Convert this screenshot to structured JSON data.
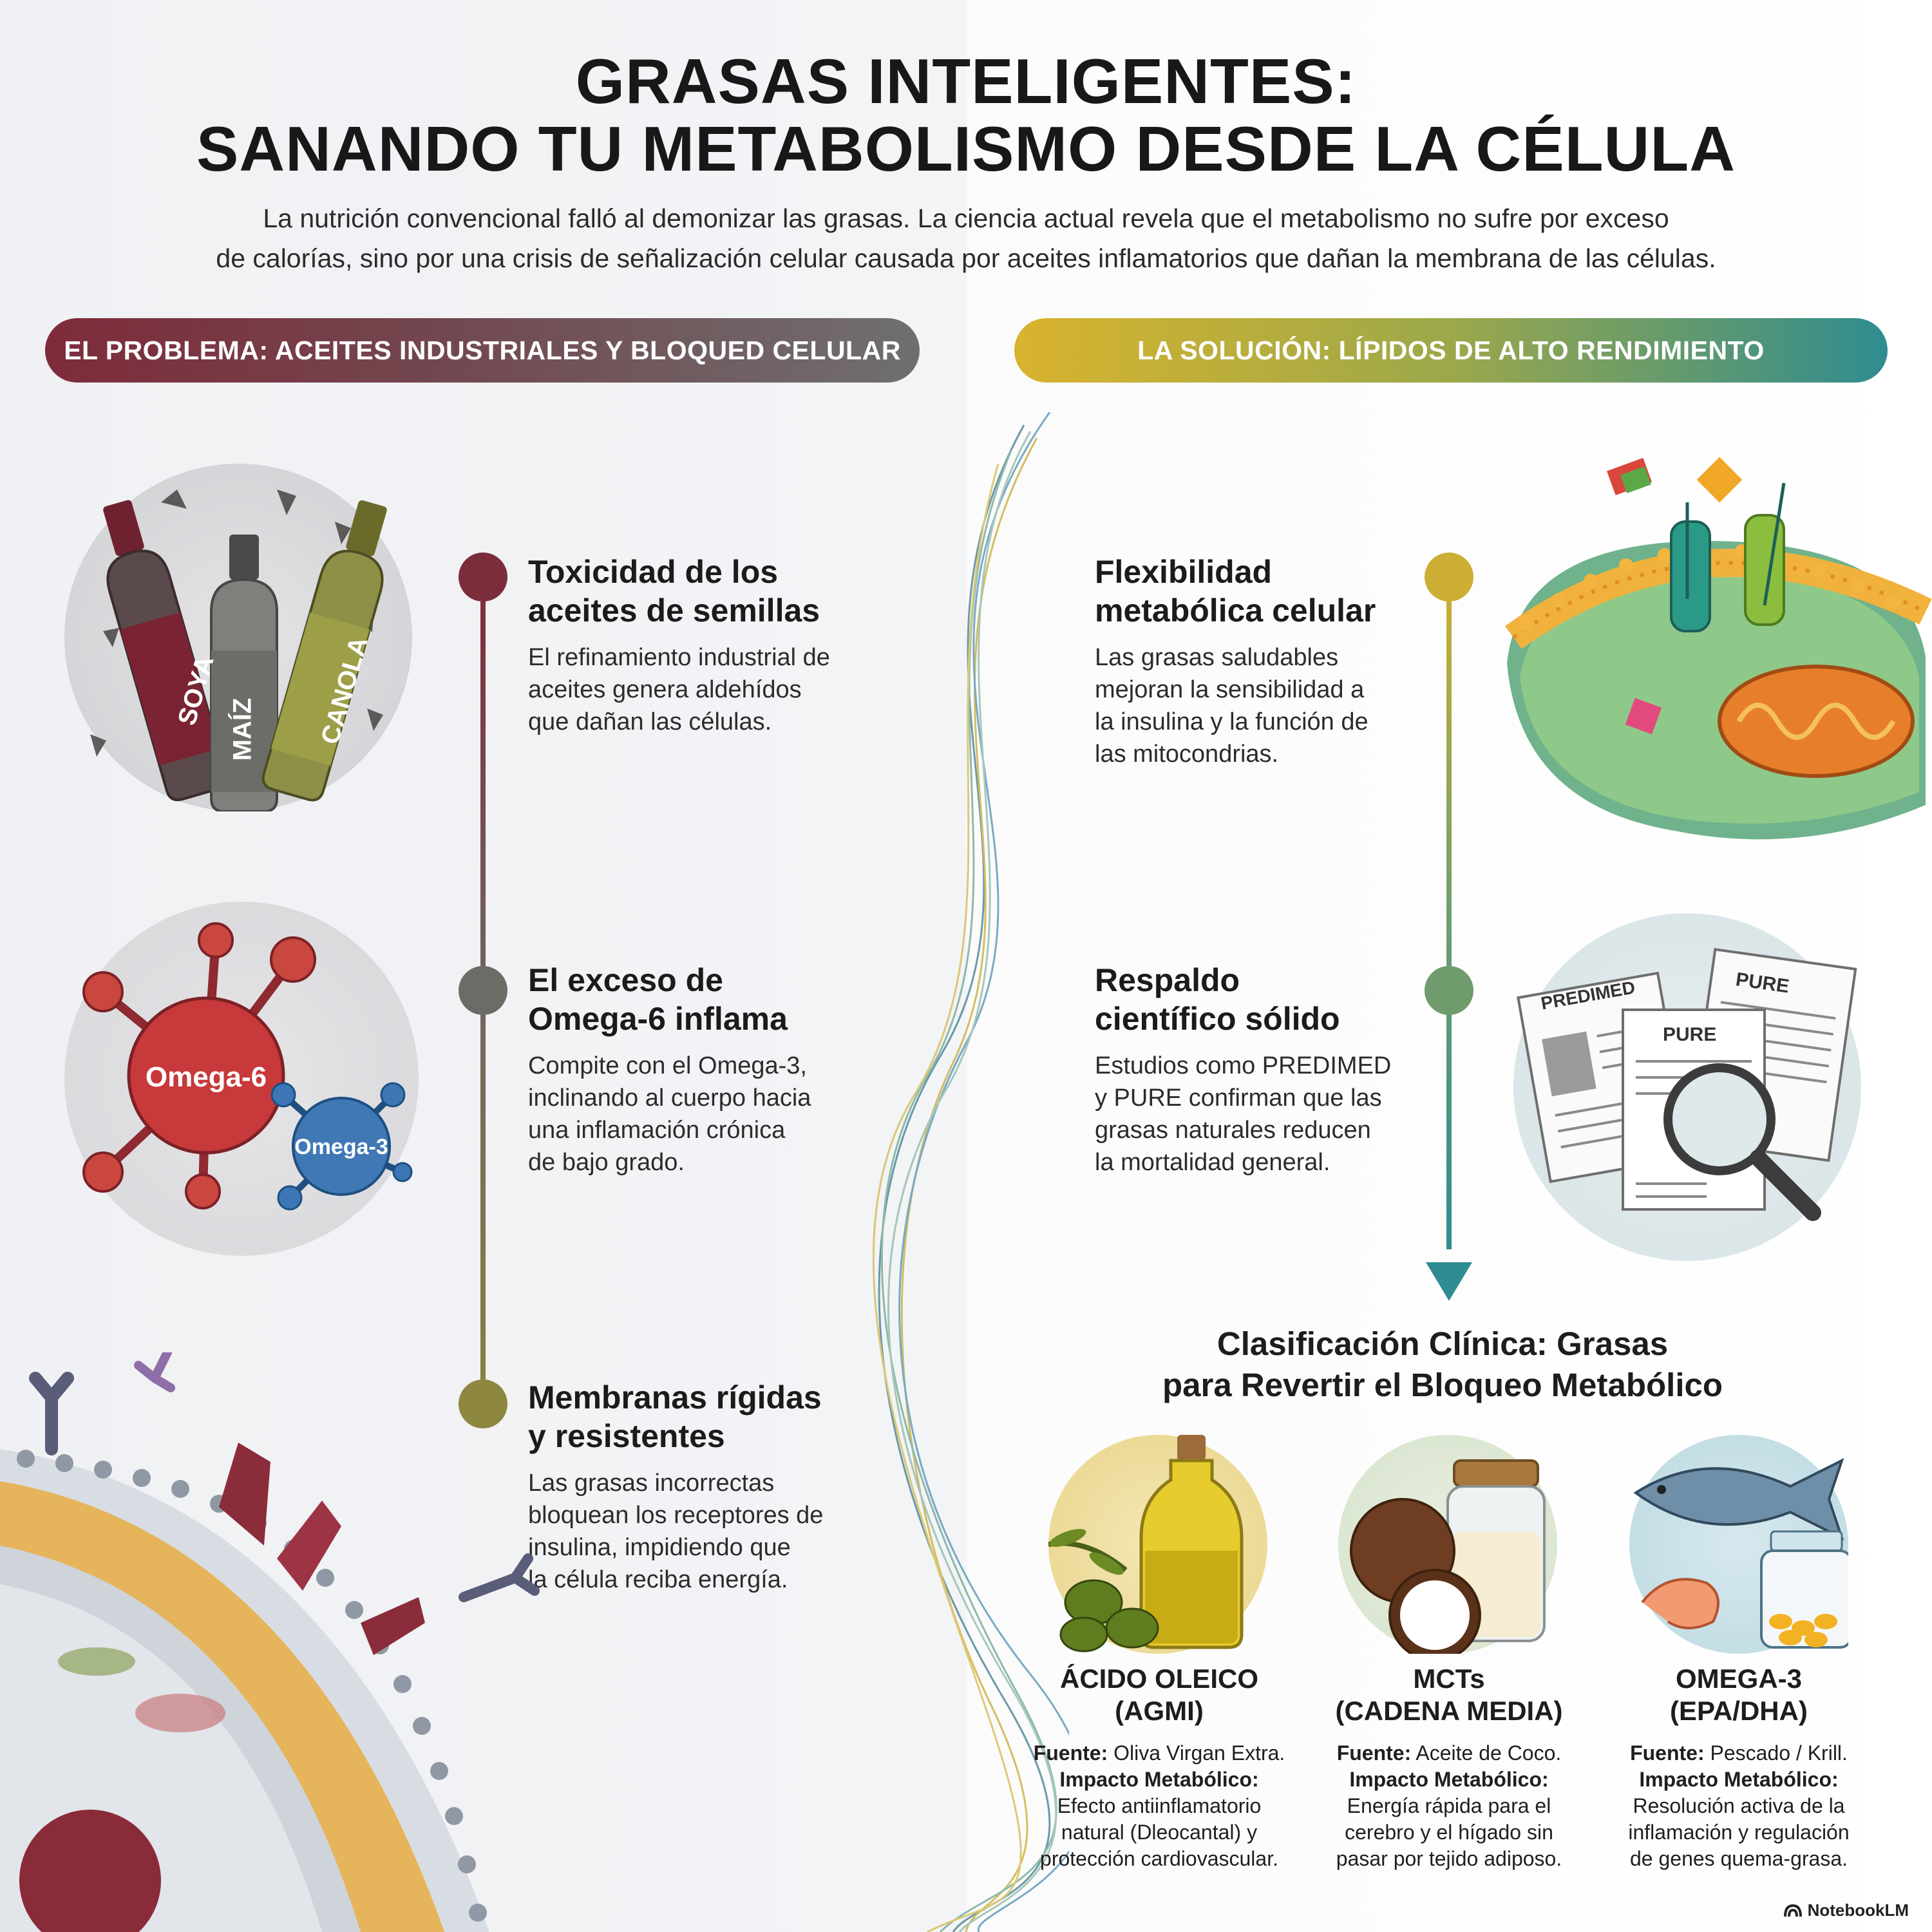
{
  "header": {
    "title_line1": "GRASAS INTELIGENTES:",
    "title_line2": "SANANDO TU METABOLISMO DESDE LA CÉLULA",
    "intro_line1": "La nutrición convencional falló al demonizar las grasas. La ciencia actual revela que el metabolismo no sufre por exceso",
    "intro_line2": "de calorías, sino por una crisis de señalización celular causada por aceites inflamatorios que dañan la membrana de las células."
  },
  "problem": {
    "heading": "EL PROBLEMA: ACEITES INDUSTRIALES Y BLOQUED CELULAR",
    "bottles": [
      "SOYA",
      "MAÍZ",
      "CANOLA"
    ],
    "molecules": [
      "Omega-6",
      "Omega-3"
    ],
    "items": [
      {
        "title_l1": "Toxicidad de los",
        "title_l2": "aceites de semillas",
        "text": [
          "El refinamiento industrial de",
          "aceites genera aldehídos",
          "que dañan las células."
        ]
      },
      {
        "title_l1": "El exceso de",
        "title_l2": "Omega-6 inflama",
        "text": [
          "Compite con el Omega-3,",
          "inclinando al cuerpo hacia",
          "una inflamación crónica",
          "de bajo grado."
        ]
      },
      {
        "title_l1": "Membranas rígidas",
        "title_l2": "y resistentes",
        "text": [
          "Las grasas incorrectas",
          "bloquean los receptores de",
          "insulina, impidiendo que",
          "la célula reciba energía."
        ]
      }
    ]
  },
  "solution": {
    "heading": "LA SOLUCIÓN: LÍPIDOS DE ALTO RENDIMIENTO",
    "documents": [
      "PREDIMED",
      "PURE",
      "PURE"
    ],
    "items": [
      {
        "title_l1": "Flexibilidad",
        "title_l2": "metabólica celular",
        "text": [
          "Las grasas saludables",
          "mejoran la sensibilidad a",
          "la insulina y la función de",
          "las mitocondrias."
        ]
      },
      {
        "title_l1": "Respaldo",
        "title_l2": "científico sólido",
        "text": [
          "Estudios como PREDIMED",
          "y PURE confirman que las",
          "grasas naturales reducen",
          "la mortalidad general."
        ]
      }
    ]
  },
  "classification": {
    "title_l1": "Clasificación Clínica: Grasas",
    "title_l2": "para Revertir el Bloqueo Metabólico",
    "source_label": "Fuente:",
    "impact_label": "Impacto Metabólico:",
    "fats": [
      {
        "name_l1": "ÁCIDO OLEICO",
        "name_l2": "(AGMI)",
        "source": "Oliva Virgan Extra.",
        "impact": [
          "Efecto antiinflamatorio",
          "natural (Dleocantal) y",
          "protección cardiovascular."
        ]
      },
      {
        "name_l1": "MCTs",
        "name_l2": "(CADENA MEDIA)",
        "source": "Aceite de Coco.",
        "impact": [
          "Energía rápida para el",
          "cerebro y el hígado sin",
          "pasar por tejido adiposo."
        ]
      },
      {
        "name_l1": "OMEGA-3",
        "name_l2": "(EPA/DHA)",
        "source": "Pescado / Krill.",
        "impact": [
          "Resolución activa de la",
          "inflamación y regulación",
          "de genes quema-grasa."
        ]
      }
    ]
  },
  "brand": {
    "name": "NotebookLM"
  },
  "colors": {
    "problem_red": "#7e2b3a",
    "problem_gray": "#6f6f6f",
    "solution_gold": "#d8b32e",
    "solution_teal": "#2f8c90"
  }
}
